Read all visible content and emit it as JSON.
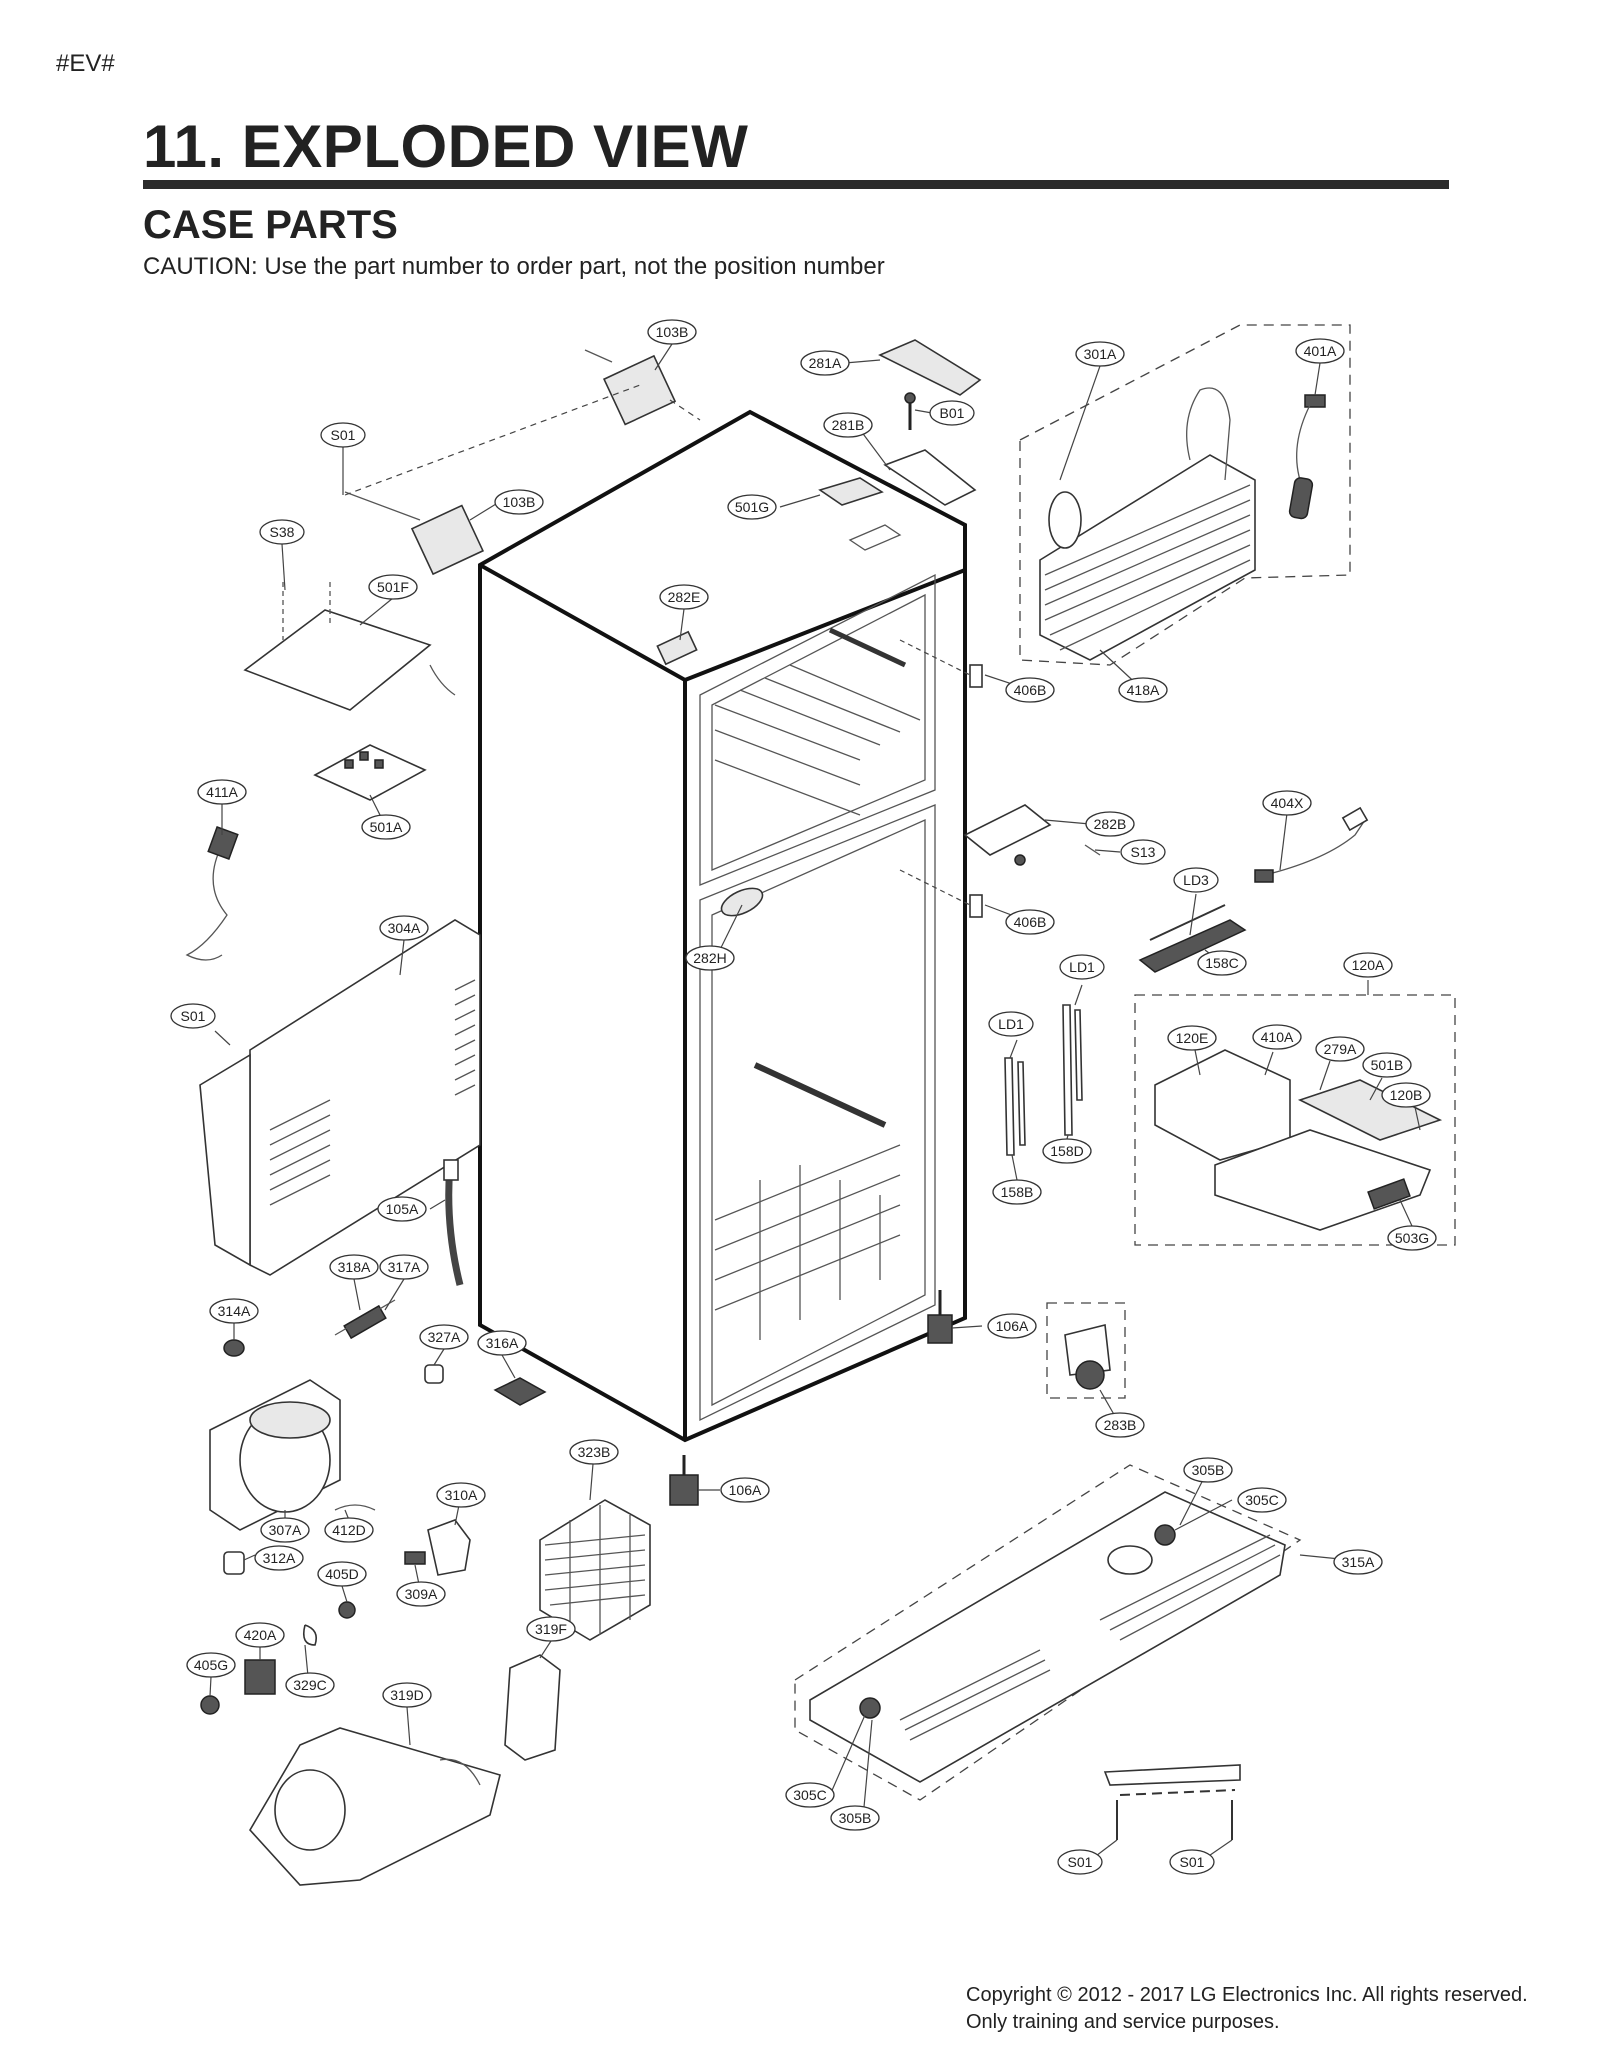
{
  "header": {
    "tag": "#EV#",
    "title": "11. EXPLODED VIEW",
    "subtitle": "CASE PARTS",
    "caution": "CAUTION: Use the part number to order part, not the position number"
  },
  "footer": {
    "copyright": "Copyright © 2012 - 2017 LG Electronics Inc. All rights reserved.",
    "note": "Only training and service purposes."
  },
  "callouts": [
    "103B",
    "281A",
    "301A",
    "401A",
    "B01",
    "281B",
    "S01",
    "103B",
    "501G",
    "S38",
    "501F",
    "282E",
    "406B",
    "418A",
    "411A",
    "501A",
    "282B",
    "S13",
    "404X",
    "LD3",
    "406B",
    "304A",
    "282H",
    "158C",
    "LD1",
    "120A",
    "LD1",
    "S01",
    "120E",
    "410A",
    "279A",
    "501B",
    "120B",
    "158D",
    "105A",
    "158B",
    "503G",
    "318A",
    "317A",
    "106A",
    "314A",
    "327A",
    "316A",
    "283B",
    "323B",
    "106A",
    "305B",
    "305C",
    "310A",
    "307A",
    "412D",
    "315A",
    "312A",
    "309A",
    "405D",
    "420A",
    "319F",
    "405G",
    "329C",
    "319D",
    "305C",
    "305B",
    "S01",
    "S01"
  ]
}
